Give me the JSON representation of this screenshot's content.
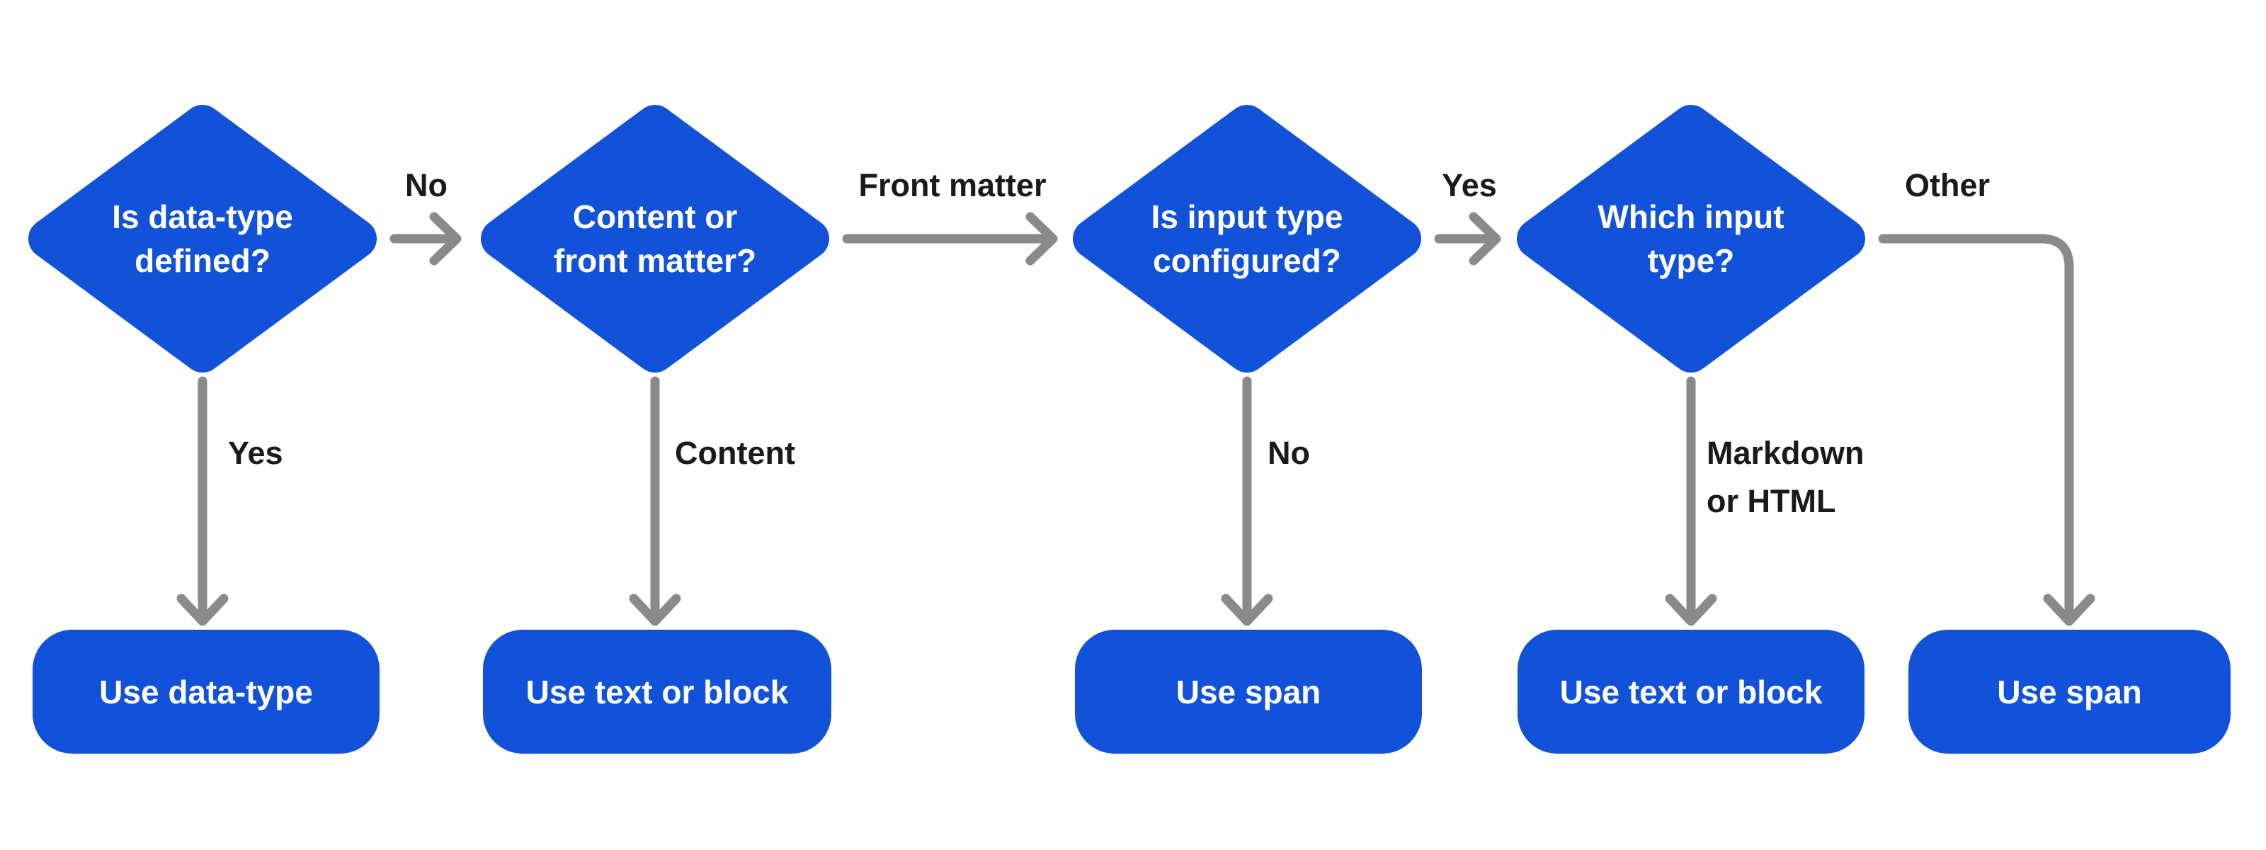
{
  "colors": {
    "node_fill": "#1252d8",
    "arrow_gray": "#8a8a8a",
    "label_black": "#1a1a1a",
    "node_text": "#ffffff",
    "canvas_bg": "#ffffff"
  },
  "flowchart": {
    "decisions": [
      {
        "id": "d1",
        "lines": [
          "Is data-type",
          "defined?"
        ]
      },
      {
        "id": "d2",
        "lines": [
          "Content or",
          "front matter?"
        ]
      },
      {
        "id": "d3",
        "lines": [
          "Is input type",
          "configured?"
        ]
      },
      {
        "id": "d4",
        "lines": [
          "Which input",
          "type?"
        ]
      }
    ],
    "results": [
      {
        "id": "r1",
        "label": "Use data-type"
      },
      {
        "id": "r2",
        "label": "Use text or block"
      },
      {
        "id": "r3",
        "label": "Use span"
      },
      {
        "id": "r4",
        "label": "Use text or block"
      },
      {
        "id": "r5",
        "label": "Use span"
      }
    ],
    "branch_labels": {
      "d1_to_d2": "No",
      "d1_to_r1": "Yes",
      "d2_to_d3": "Front matter",
      "d2_to_r2": "Content",
      "d3_to_d4": "Yes",
      "d3_to_r3": "No",
      "d4_to_r5": "Other",
      "d4_to_r4_line1": "Markdown",
      "d4_to_r4_line2": "or HTML"
    },
    "edges": [
      {
        "from": "Is data-type defined?",
        "label": "No",
        "to": "Content or front matter?"
      },
      {
        "from": "Is data-type defined?",
        "label": "Yes",
        "to": "Use data-type"
      },
      {
        "from": "Content or front matter?",
        "label": "Front matter",
        "to": "Is input type configured?"
      },
      {
        "from": "Content or front matter?",
        "label": "Content",
        "to": "Use text or block"
      },
      {
        "from": "Is input type configured?",
        "label": "Yes",
        "to": "Which input type?"
      },
      {
        "from": "Is input type configured?",
        "label": "No",
        "to": "Use span"
      },
      {
        "from": "Which input type?",
        "label": "Markdown or HTML",
        "to": "Use text or block"
      },
      {
        "from": "Which input type?",
        "label": "Other",
        "to": "Use span"
      }
    ]
  }
}
